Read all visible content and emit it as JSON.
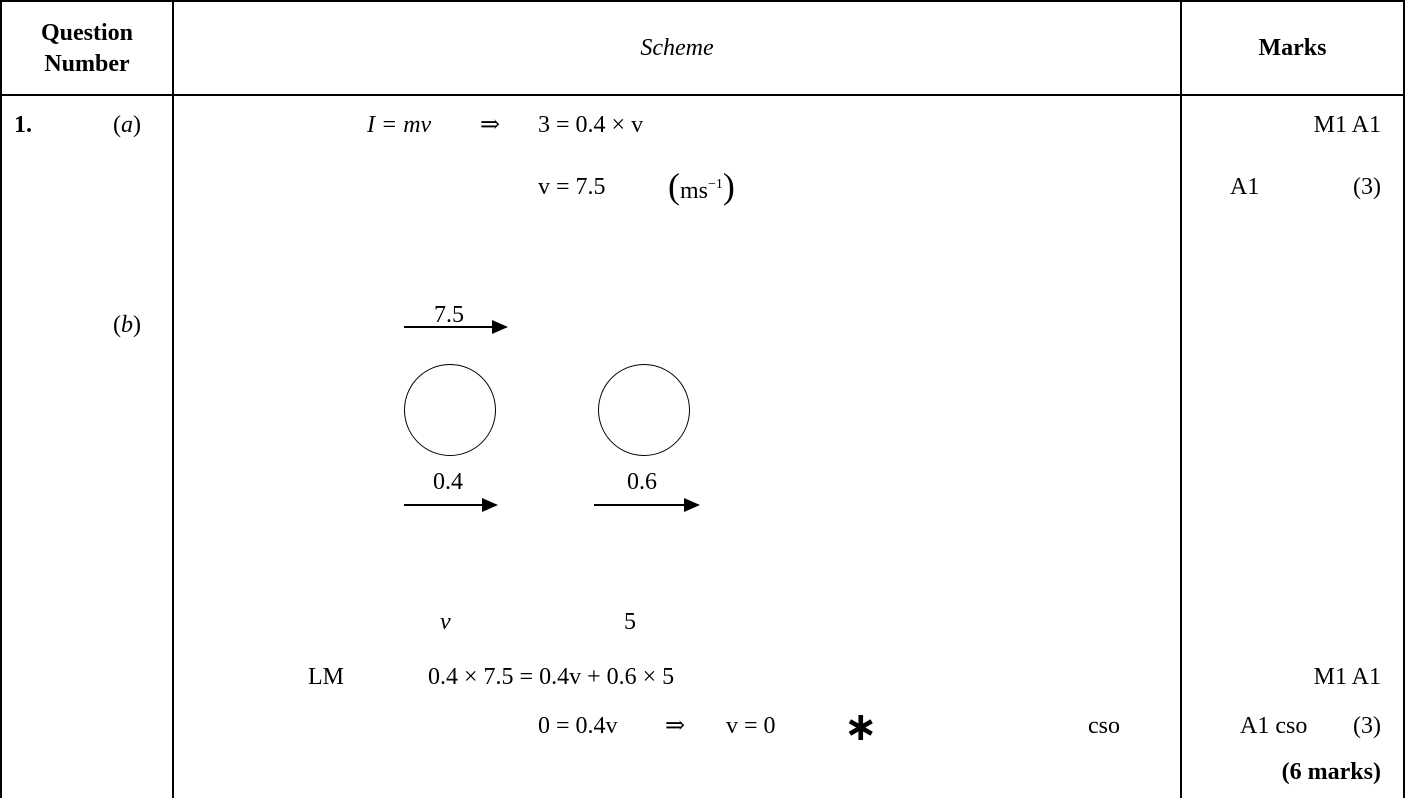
{
  "header": {
    "question_number_line1": "Question",
    "question_number_line2": "Number",
    "scheme": "Scheme",
    "marks": "Marks"
  },
  "question": {
    "number": "1.",
    "part_a": {
      "label": "(a)",
      "line1_lhs": "I = mv",
      "line1_arrow": "⇒",
      "line1_rhs": "3 = 0.4 × v",
      "line1_marks": "M1 A1",
      "line2_eq": "v = 7.5",
      "line2_unit_base": "ms",
      "line2_unit_exp": "−1",
      "line2_mark": "A1",
      "line2_total": "(3)"
    },
    "part_b": {
      "label": "(b)",
      "diagram": {
        "initial_speed_label": "7.5",
        "mass_a_label": "0.4",
        "mass_b_label": "0.6",
        "final_speed_a_label": "v",
        "final_speed_b_label": "5"
      },
      "lm_label": "LM",
      "lm_equation": "0.4 × 7.5 = 0.4v + 0.6 × 5",
      "lm_marks": "M1 A1",
      "result_lhs": "0 = 0.4v",
      "result_arrow": "⇒",
      "result_rhs": "v = 0",
      "result_star": "∗",
      "cso_note": "cso",
      "result_marks": "A1 cso",
      "result_total": "(3)"
    },
    "total_marks": "(6 marks)"
  }
}
